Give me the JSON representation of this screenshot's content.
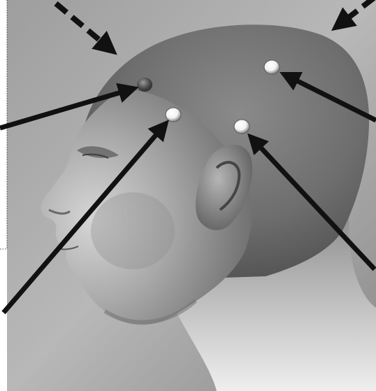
{
  "diagram": {
    "subject": "head-profile",
    "colors": {
      "background_light": "#d9d9d9",
      "background_dark": "#8f8f8f",
      "skin_light": "#cfcfcf",
      "skin_mid": "#9a9a9a",
      "skin_dark": "#5a5a5a",
      "arrow": "#111111",
      "marker_center": "#ffffff",
      "marker_rim": "#6b6b6b"
    },
    "markers": [
      {
        "id": "forehead-marker",
        "style": "dark"
      },
      {
        "id": "crown-marker",
        "style": "light"
      },
      {
        "id": "temple-marker",
        "style": "light"
      },
      {
        "id": "above-ear-marker",
        "style": "light"
      }
    ],
    "arrows": [
      {
        "id": "dashed-arrow-top-left",
        "line_style": "dashed"
      },
      {
        "id": "dashed-arrow-top-right",
        "line_style": "dashed"
      },
      {
        "id": "arrow-to-forehead-marker",
        "line_style": "solid"
      },
      {
        "id": "arrow-to-crown-marker",
        "line_style": "solid"
      },
      {
        "id": "arrow-to-temple-marker",
        "line_style": "solid"
      },
      {
        "id": "arrow-to-above-ear-marker",
        "line_style": "solid"
      }
    ]
  }
}
